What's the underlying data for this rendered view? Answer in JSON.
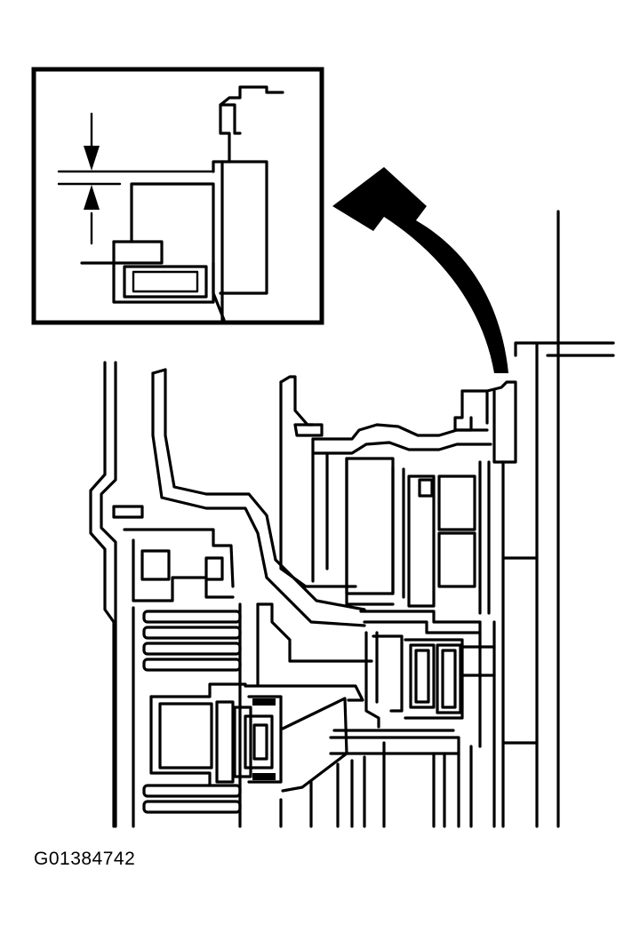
{
  "figure": {
    "id_label": "G01384742",
    "ink_color": "#000000",
    "background_color": "#ffffff",
    "icons": [
      "detail-inset",
      "curved-arrow",
      "clearance-arrows"
    ]
  }
}
